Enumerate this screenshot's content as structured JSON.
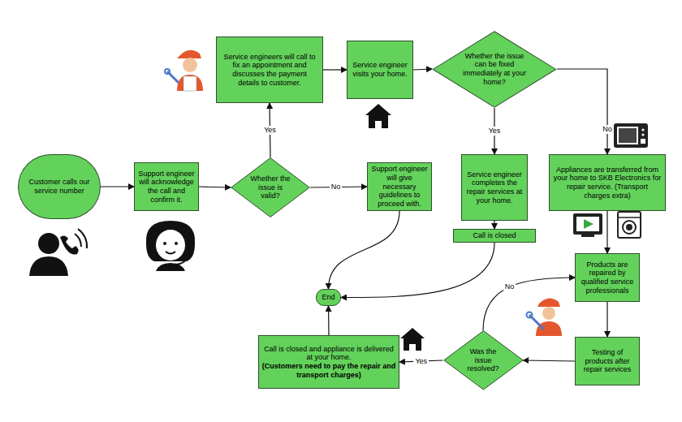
{
  "diagram": {
    "nodes": [
      {
        "text": [
          "Customer calls our service number"
        ]
      },
      {
        "text": [
          "Support engineer will acknowledge the call and confirm it."
        ]
      },
      {
        "text": [
          "Whether the issue is valid?"
        ]
      },
      {
        "text": [
          "Service engineers will call to fix an appointment and discusses the payment details to customer."
        ]
      },
      {
        "text": [
          "Service engineer visits your home."
        ]
      },
      {
        "text": [
          "Whether the issue can be fixed immediately at your home?"
        ]
      },
      {
        "text": [
          "Support engineer will give necessary guidelines to proceed with."
        ]
      },
      {
        "text": [
          "Service engineer completes the repair services at your home."
        ]
      },
      {
        "text": [
          "Call is closed"
        ]
      },
      {
        "text": [
          "Appliances are transferred from your home to SKB Electronics for repair service. (Transport charges extra)"
        ]
      },
      {
        "text": [
          "Products are repaired by qualified service professionals"
        ]
      },
      {
        "text": [
          "End"
        ]
      },
      {
        "text": [
          "Testing of products after repair services"
        ]
      },
      {
        "text": [
          "Was the issue resolved?"
        ]
      },
      {
        "text": [
          "Call is closed and appliance is delivered at your home.",
          "(Customers need to pay the repair and transport charges)"
        ]
      }
    ],
    "edges": [
      {
        "from": 0,
        "to": 1,
        "arrow": "to"
      },
      {
        "from": 1,
        "to": 2,
        "arrow": "to"
      },
      {
        "from": 2,
        "to": 3,
        "label": "Yes",
        "arrow": "to"
      },
      {
        "from": 2,
        "to": 6,
        "label": "No",
        "arrow": "to"
      },
      {
        "from": 3,
        "to": 4,
        "arrow": "to"
      },
      {
        "from": 4,
        "to": 5,
        "arrow": "to"
      },
      {
        "from": 5,
        "to": 7,
        "label": "Yes",
        "arrow": "to"
      },
      {
        "from": 5,
        "to": 9,
        "label": "No",
        "arrow": "to"
      },
      {
        "from": 7,
        "to": 8,
        "arrow": "to"
      },
      {
        "from": 6,
        "to": 11,
        "arrow": "to"
      },
      {
        "from": 8,
        "to": 11,
        "arrow": "to"
      },
      {
        "from": 9,
        "to": 10,
        "arrow": "to"
      },
      {
        "from": 10,
        "to": 12,
        "arrow": "to"
      },
      {
        "from": 12,
        "to": 13,
        "arrow": "to"
      },
      {
        "from": 13,
        "to": 14,
        "label": "Yes",
        "arrow": "to"
      },
      {
        "from": 13,
        "to": 10,
        "label": "No",
        "arrow": "to"
      },
      {
        "from": 14,
        "to": 11,
        "arrow": "to"
      }
    ]
  }
}
